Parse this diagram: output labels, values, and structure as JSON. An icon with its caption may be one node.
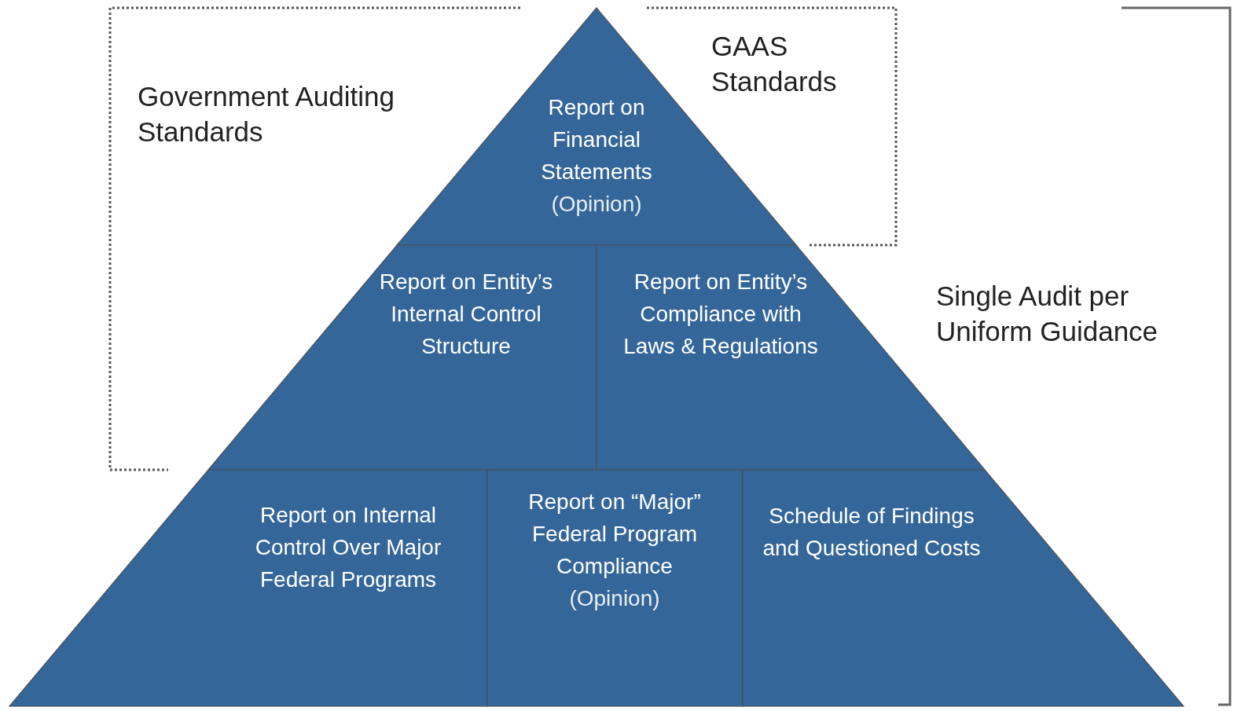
{
  "diagram": {
    "nodes": [
      {
        "text": [
          "Report on Financial Statements",
          "(Opinion)"
        ]
      },
      {
        "text": [
          "Report on Entity’s Internal Control Structure"
        ]
      },
      {
        "text": [
          "Report on Entity’s Compliance with Laws & Regulations"
        ]
      },
      {
        "text": [
          "Report on Internal Control Over Major Federal Programs"
        ]
      },
      {
        "text": [
          "Report on “Major” Federal Program Compliance",
          "(Opinion)"
        ]
      },
      {
        "text": [
          "Schedule of Findings and Questioned Costs"
        ]
      }
    ],
    "labels": [
      "Government Auditing Standards",
      "GAAS Standards",
      "Single Audit per Uniform Guidance"
    ]
  }
}
